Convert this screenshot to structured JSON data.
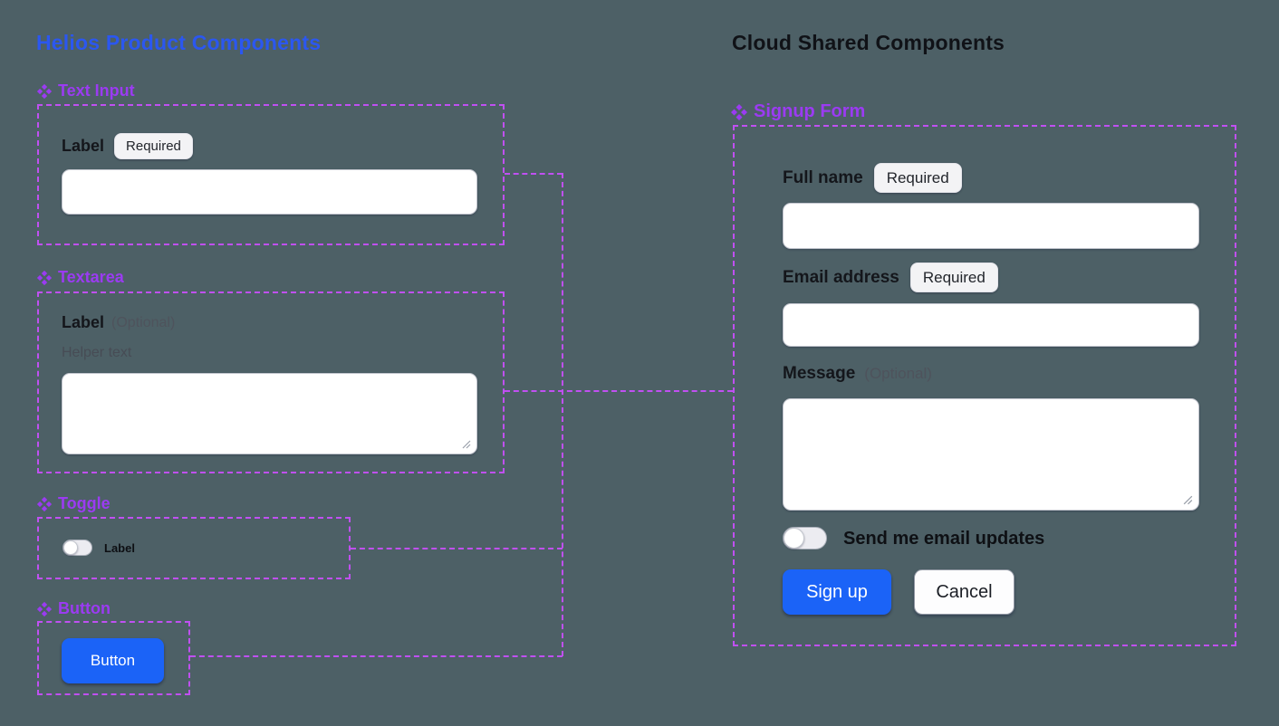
{
  "canvas": {
    "background": "#4d6066"
  },
  "left_panel": {
    "title": "Helios Product Components",
    "components": [
      {
        "id": "text-input",
        "name": "Text Input",
        "label": "Label",
        "badge": "Required",
        "input_value": ""
      },
      {
        "id": "textarea",
        "name": "Textarea",
        "label": "Label",
        "optional": "(Optional)",
        "helper": "Helper text",
        "input_value": ""
      },
      {
        "id": "toggle",
        "name": "Toggle",
        "label": "Label",
        "state": "off"
      },
      {
        "id": "button",
        "name": "Button",
        "button_label": "Button"
      }
    ]
  },
  "right_panel": {
    "title": "Cloud Shared Components",
    "component": {
      "name": "Signup Form",
      "fields": [
        {
          "label": "Full name",
          "badge": "Required",
          "type": "input",
          "value": ""
        },
        {
          "label": "Email address",
          "badge": "Required",
          "type": "input",
          "value": ""
        },
        {
          "label": "Message",
          "optional": "(Optional)",
          "type": "textarea",
          "value": ""
        }
      ],
      "toggle": {
        "label": "Send me email updates",
        "state": "off"
      },
      "actions": [
        {
          "label": "Sign up",
          "variant": "primary"
        },
        {
          "label": "Cancel",
          "variant": "secondary"
        }
      ]
    }
  },
  "colors": {
    "background": "#4d6066",
    "heading_blue": "#2b57f0",
    "heading_dark": "#101217",
    "component_purple": "#9b3bf2",
    "frame_dash": "#c050f2",
    "primary_blue": "#1b63f7",
    "badge_bg": "#f3f3f5",
    "muted_text": "#4e535c"
  },
  "icons": {
    "component": "four-diamond-component-icon",
    "resize": "diagonal-resize-grip-icon"
  }
}
